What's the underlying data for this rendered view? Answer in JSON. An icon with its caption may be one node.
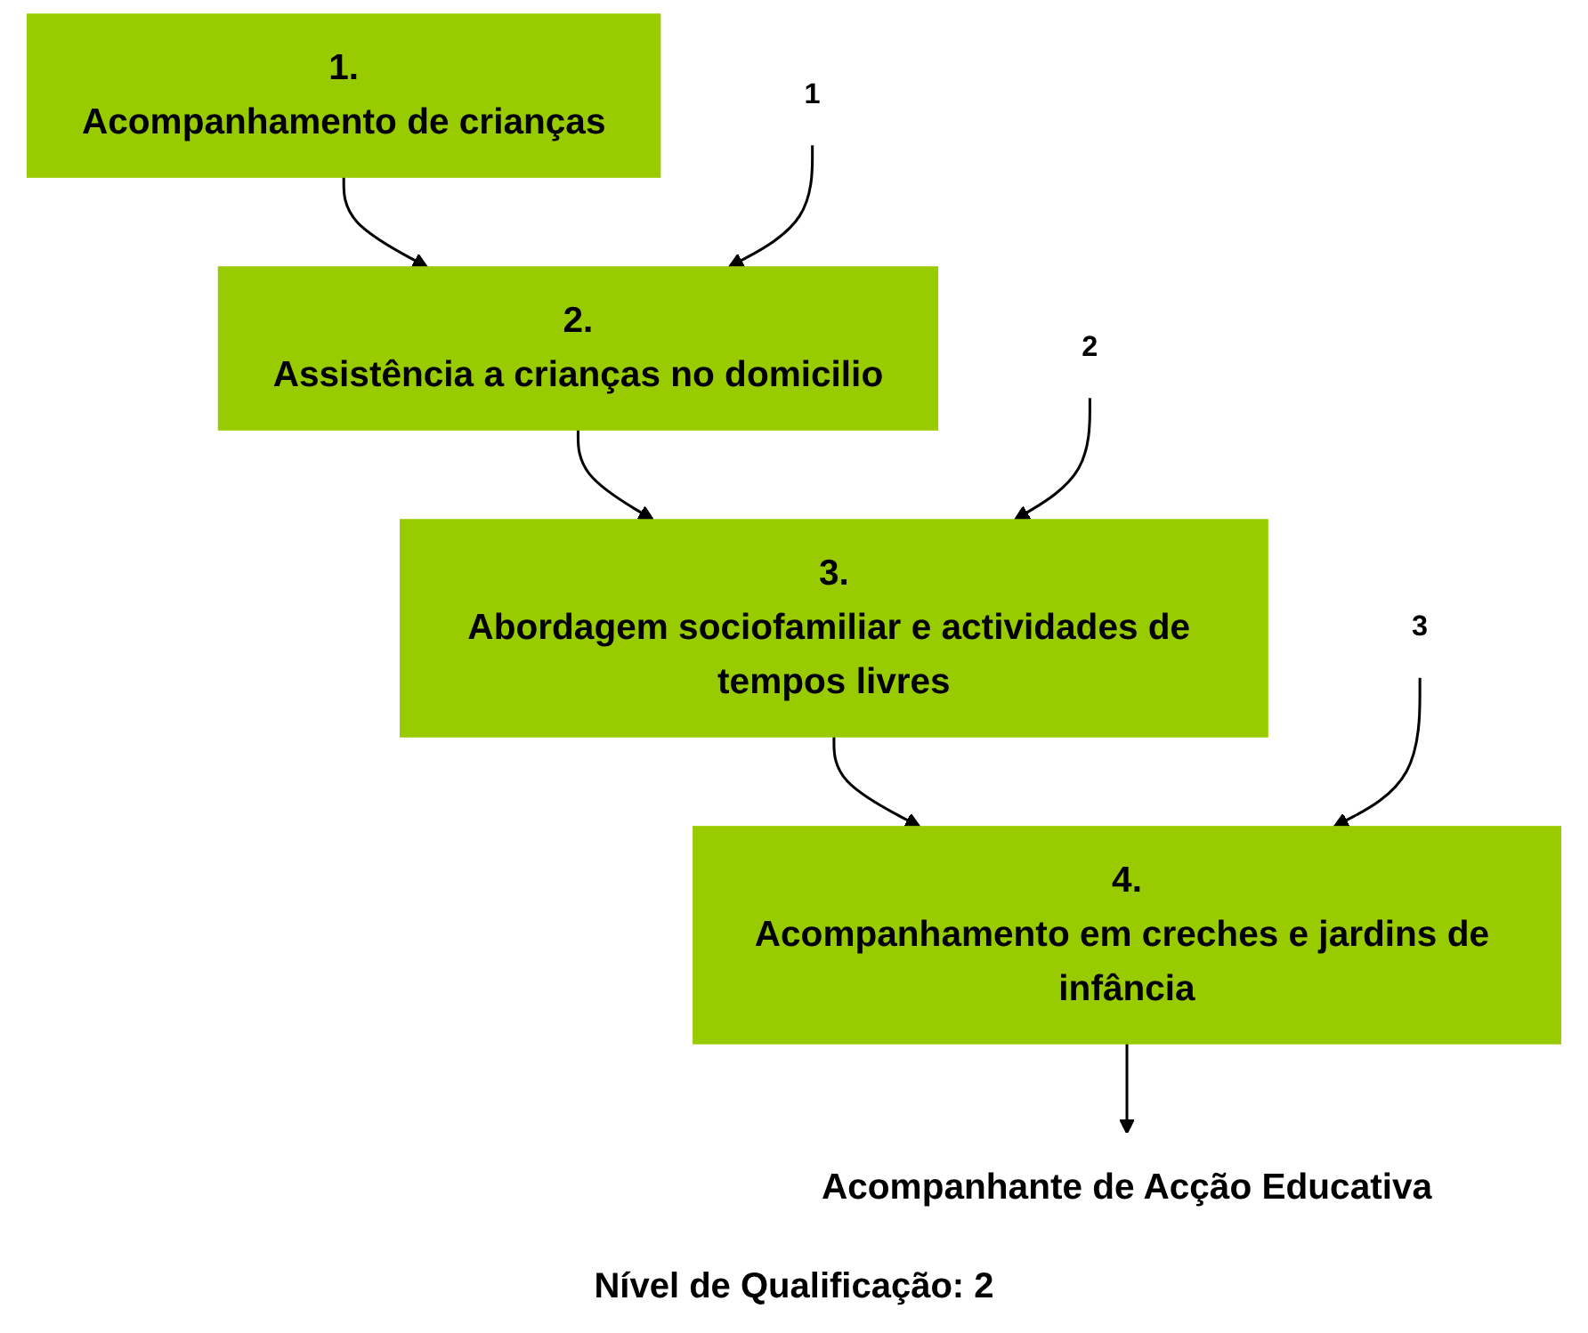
{
  "diagram": {
    "nodes": [
      {
        "text": [
          "1.",
          "Acompanhamento de crianças"
        ]
      },
      {
        "text": [
          "1"
        ]
      },
      {
        "text": [
          "2.",
          "Assistência a crianças no domicilio"
        ]
      },
      {
        "text": [
          "2"
        ]
      },
      {
        "text": [
          "3.",
          "Abordagem sociofamiliar e actividades de tempos livres"
        ]
      },
      {
        "text": [
          "3"
        ]
      },
      {
        "text": [
          "4.",
          "Acompanhamento em creches e jardins de infância"
        ]
      },
      {
        "text": [
          "Acompanhante de Acção Educativa"
        ]
      }
    ],
    "edges": [
      {
        "from": 0,
        "to": 2,
        "arrow": "to"
      },
      {
        "from": 1,
        "to": 2,
        "arrow": "to"
      },
      {
        "from": 2,
        "to": 4,
        "arrow": "to"
      },
      {
        "from": 3,
        "to": 4,
        "arrow": "to"
      },
      {
        "from": 4,
        "to": 6,
        "arrow": "to"
      },
      {
        "from": 5,
        "to": 6,
        "arrow": "to"
      },
      {
        "from": 6,
        "to": 7,
        "arrow": "to"
      }
    ],
    "labels": [
      "Nível de Qualificação: 2"
    ]
  }
}
